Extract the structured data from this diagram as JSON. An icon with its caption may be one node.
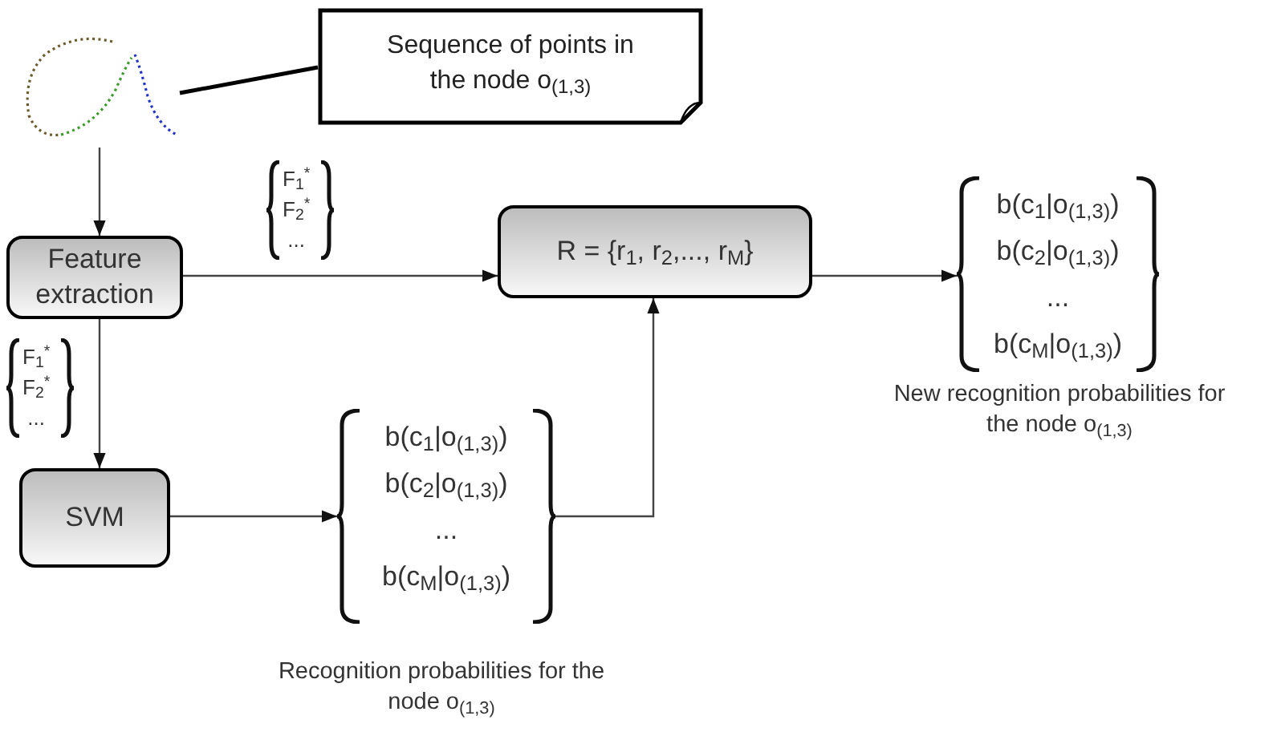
{
  "diagram": {
    "nodes": [
      {
        "text": [],
        "shape": "picture"
      },
      {
        "text": [
          "Sequence of points in the node o$_{(1,3)}$"
        ]
      },
      {
        "text": [
          "Feature extraction"
        ]
      },
      {
        "text": [
          "R = {r$_{1}$, r$_{2}$,..., r$_{M}$}"
        ]
      },
      {
        "text": [
          "b(c$_{1}$|o$_{(1,3)}$)",
          "b(c$_{2}$|o$_{(1,3)}$)",
          "...",
          "b(c$_{M}$|o$_{(1,3)}$)"
        ],
        "beside": [
          "New recognition probabilities for the node o$_{(1,3)}$"
        ]
      },
      {
        "text": [
          "SVM"
        ]
      },
      {
        "text": [
          "b(c$_{1}$|o$_{(1,3)}$)",
          "b(c$_{2}$|o$_{(1,3)}$)",
          "...",
          "b(c$_{M}$|o$_{(1,3)}$)"
        ],
        "beside": [
          "Recognition probabilities for the node o$_{(1,3)}$"
        ]
      }
    ],
    "edges": [
      {
        "from": 0,
        "to": 2,
        "arrow": "to"
      },
      {
        "from": 2,
        "to": 3,
        "arrow": "to"
      },
      {
        "from": 2,
        "to": 5,
        "arrow": "to"
      },
      {
        "from": 5,
        "to": 6,
        "arrow": "to"
      },
      {
        "from": 6,
        "to": 3,
        "arrow": "to"
      },
      {
        "from": 3,
        "to": 4,
        "arrow": "to"
      },
      {
        "from": 1,
        "to": 0,
        "arrow": "none"
      }
    ],
    "labels": [
      "F$_{1}$$^{*}$",
      "F$_{2}$$^{*}$",
      "...",
      "F$_{1}$$^{*}$",
      "F$_{2}$$^{*}$",
      "..."
    ]
  }
}
